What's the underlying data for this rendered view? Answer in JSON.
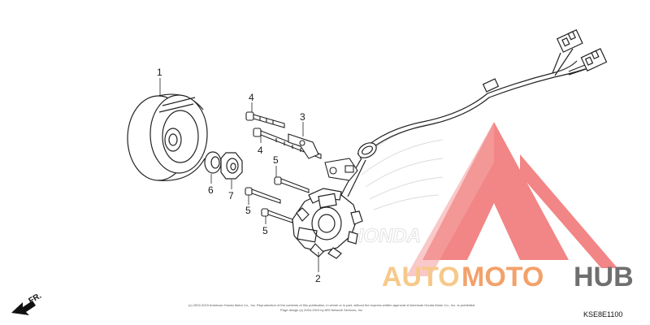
{
  "callouts": [
    {
      "id": "1",
      "label": "1"
    },
    {
      "id": "2",
      "label": "2"
    },
    {
      "id": "3",
      "label": "3"
    },
    {
      "id": "4a",
      "label": "4"
    },
    {
      "id": "4b",
      "label": "4"
    },
    {
      "id": "5a",
      "label": "5"
    },
    {
      "id": "5b",
      "label": "5"
    },
    {
      "id": "5c",
      "label": "5"
    },
    {
      "id": "6",
      "label": "6"
    },
    {
      "id": "7",
      "label": "7"
    }
  ],
  "watermark": {
    "part1": "AUTO",
    "part2": "MOTO",
    "part3": "HUB",
    "color_light": "#f6c98a",
    "color_mid": "#f3a16b",
    "color_dark": "#6f6f6f",
    "triangle_color": "#ef5a5a",
    "ghost_brand": "HONDA"
  },
  "front_label": "FR.",
  "diagram_code": "KSE8E1100",
  "copyright_line1": "(c) 2002-2019 American Honda Motor Co., Inc. Reproduction of the contents of this publication, in whole or in part, without the express written approval of American Honda Motor Co., Inc. is prohibited.",
  "copyright_line2": "Page design (c) 2004-2019 by ARI Network Services, Inc."
}
